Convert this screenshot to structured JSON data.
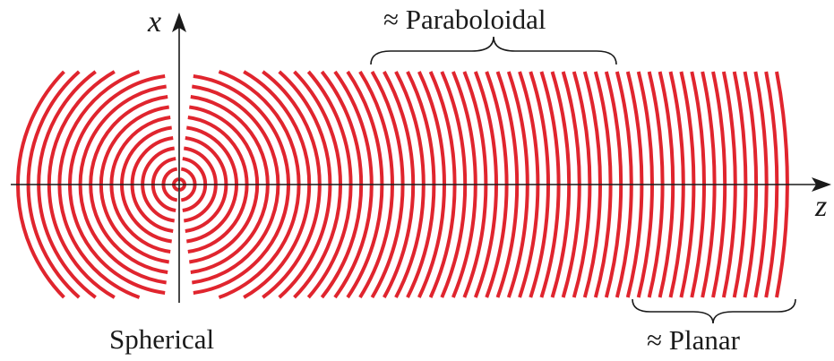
{
  "diagram": {
    "axis_labels": {
      "x": "x",
      "z": "z"
    },
    "region_labels": {
      "spherical": "Spherical",
      "paraboloidal": "≈ Paraboloidal",
      "planar": "≈ Planar"
    },
    "colors": {
      "wavefront": "#e0252e",
      "axis": "#1a1a1a",
      "text": "#1a1a1a"
    }
  }
}
